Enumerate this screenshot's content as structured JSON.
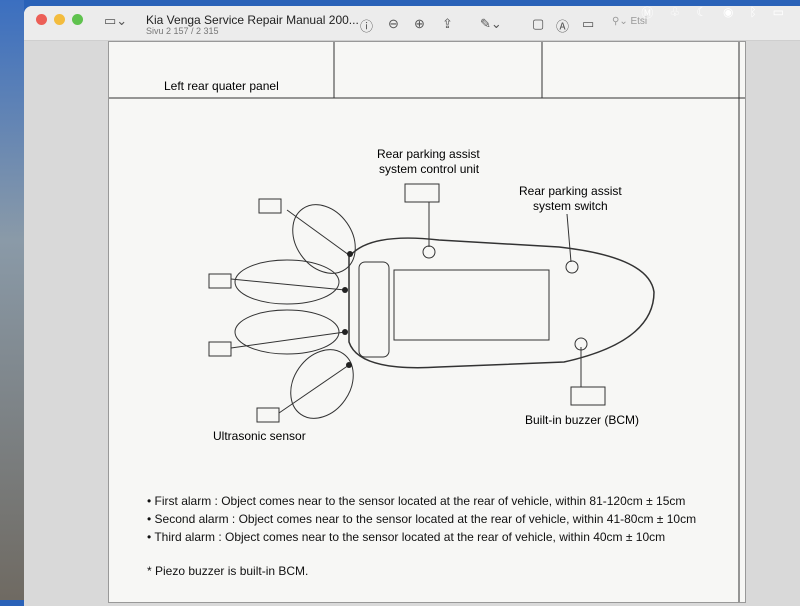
{
  "window": {
    "title": "Kia Venga Service Repair Manual 200...",
    "page_info": "Sivu 2 157 / 2 315",
    "search_placeholder": "Etsi"
  },
  "menubar": {
    "icons": [
      "m-icon",
      "extension-icon",
      "moon-icon",
      "play-icon",
      "bluetooth-icon",
      "battery-icon"
    ]
  },
  "page": {
    "top_label": "Left rear quater panel",
    "labels": {
      "control_unit_1": "Rear parking assist",
      "control_unit_2": "system control unit",
      "switch_1": "Rear parking assist",
      "switch_2": "system switch",
      "buzzer": "Built-in buzzer (BCM)",
      "sensor": "Ultrasonic sensor"
    },
    "bullets": [
      "First alarm : Object comes near to the sensor located at the rear of vehicle, within 81-120cm ± 15cm",
      "Second alarm : Object comes near to the sensor located at the rear of vehicle, within 41-80cm ± 10cm",
      "Third alarm : Object comes near to the sensor located at the rear of vehicle, within 40cm ± 10cm"
    ],
    "note": "* Piezo buzzer is built-in BCM."
  }
}
